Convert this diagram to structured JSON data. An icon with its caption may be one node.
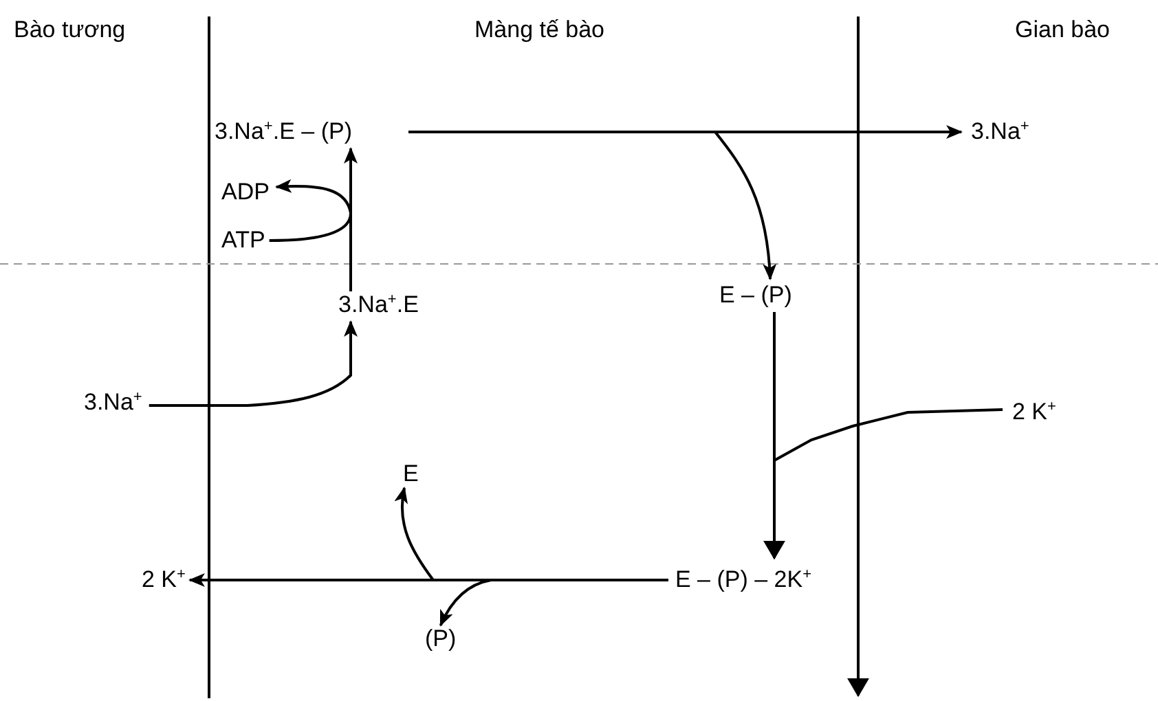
{
  "diagram": {
    "nodes": [
      {
        "text": [
          "3.Na$^{+}$.E – (P)"
        ]
      },
      {
        "text": [
          "3.Na$^{+}$"
        ]
      },
      {
        "text": [
          "ADP"
        ]
      },
      {
        "text": [
          "ATP"
        ]
      },
      {
        "text": [
          "E – (P)"
        ]
      },
      {
        "text": [
          "3.Na$^{+}$.E"
        ]
      },
      {
        "text": [
          "3.Na$^{+}$"
        ]
      },
      {
        "text": [
          "2 K$^{+}$"
        ]
      },
      {
        "text": [
          "E"
        ]
      },
      {
        "text": [
          "2 K$^{+}$"
        ]
      },
      {
        "text": [
          "E – (P) – 2K$^{+}$"
        ]
      },
      {
        "text": [
          "(P)"
        ]
      }
    ],
    "edges": [
      {
        "from": 0,
        "to": 1,
        "arrow": "to"
      },
      {
        "from": 0,
        "to": 4,
        "arrow": "to"
      },
      {
        "from": 5,
        "to": 0,
        "arrow": "to"
      },
      {
        "from": 3,
        "to": 2,
        "arrow": "to"
      },
      {
        "from": 6,
        "to": 5,
        "arrow": "to"
      },
      {
        "from": 4,
        "to": 10,
        "arrow": "to"
      },
      {
        "from": 7,
        "to": 10,
        "arrow": "to"
      },
      {
        "from": 10,
        "to": 9,
        "arrow": "to"
      },
      {
        "from": 10,
        "to": 8,
        "arrow": "to"
      },
      {
        "from": 10,
        "to": 11,
        "arrow": "to"
      }
    ],
    "labels": [
      "Bào tương",
      "Màng tế bào",
      "Gian bào"
    ]
  }
}
